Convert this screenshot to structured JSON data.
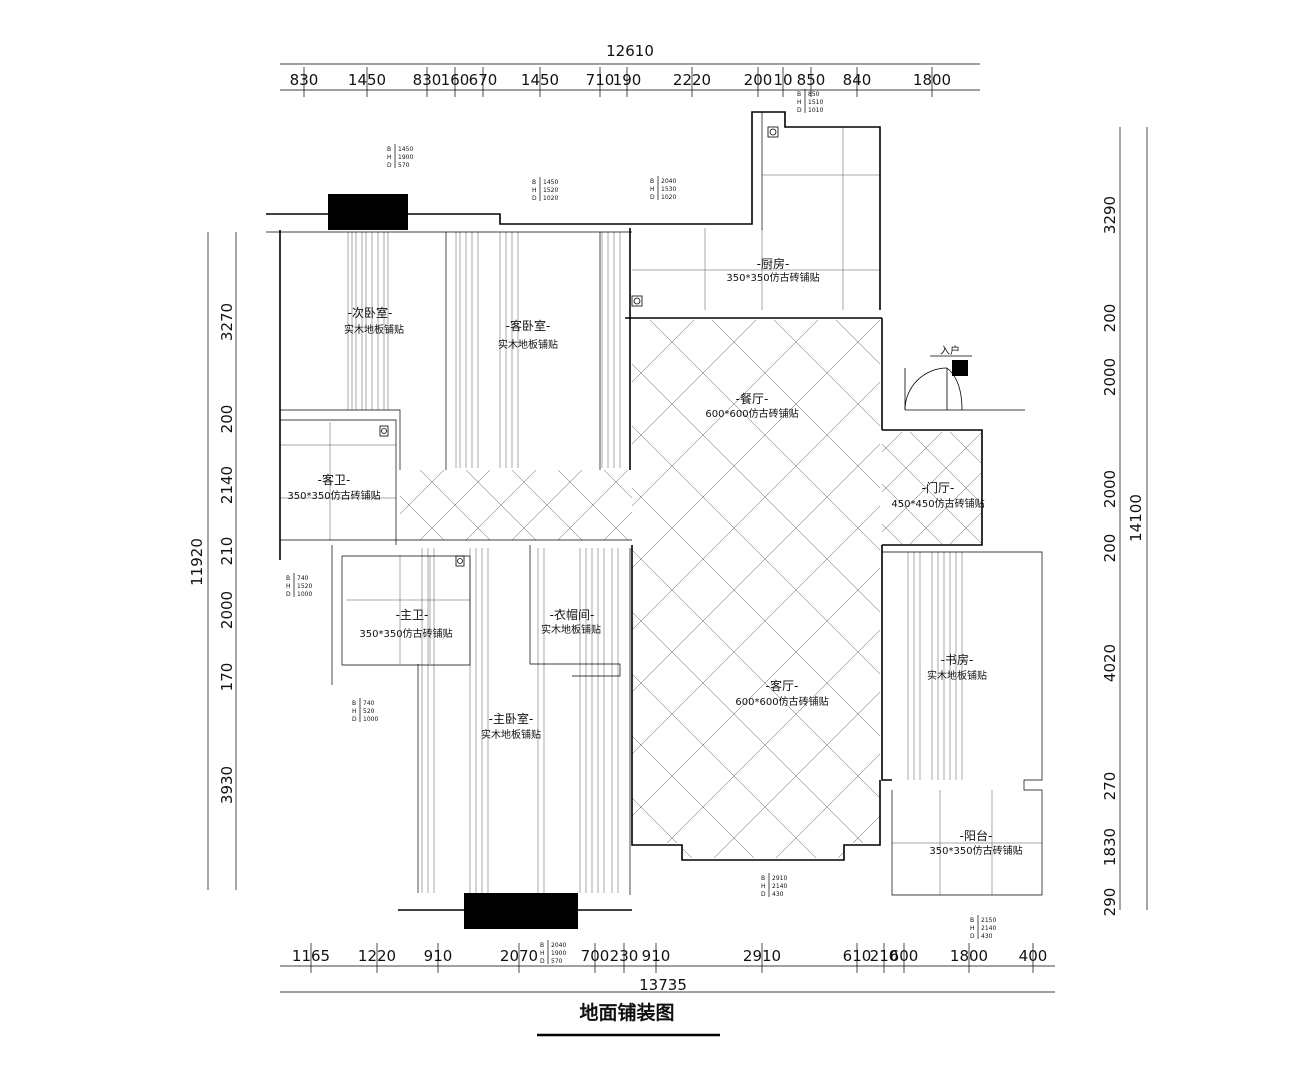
{
  "drawing": {
    "title": "地面铺装图",
    "entrance_label": "入户"
  },
  "rooms": {
    "second_bedroom": {
      "name": "-次卧室-",
      "material": "实木地板铺贴"
    },
    "guest_bedroom": {
      "name": "-客卧室-",
      "material": "实木地板铺贴"
    },
    "kitchen": {
      "name": "-厨房-",
      "material": "350*350仿古砖铺贴"
    },
    "dining_room": {
      "name": "-餐厅-",
      "material": "600*600仿古砖铺贴"
    },
    "guest_bathroom": {
      "name": "-客卫-",
      "material": "350*350仿古砖铺贴"
    },
    "foyer": {
      "name": "-门厅-",
      "material": "450*450仿古砖铺贴"
    },
    "master_bathroom": {
      "name": "-主卫-",
      "material": "350*350仿古砖铺贴"
    },
    "walk_in_closet": {
      "name": "-衣帽间-",
      "material": "实木地板铺贴"
    },
    "living_room": {
      "name": "-客厅-",
      "material": "600*600仿古砖铺贴"
    },
    "study": {
      "name": "-书房-",
      "material": "实木地板铺贴"
    },
    "master_bedroom": {
      "name": "-主卧室-",
      "material": "实木地板铺贴"
    },
    "balcony": {
      "name": "-阳台-",
      "material": "350*350仿古砖铺贴"
    }
  },
  "dimensions": {
    "top_total": "12610",
    "top": [
      "830",
      "1450",
      "830",
      "160",
      "670",
      "1450",
      "710",
      "190",
      "2220",
      "200",
      "10",
      "850",
      "840",
      "1800"
    ],
    "bottom_total": "13735",
    "bottom": [
      "1165",
      "1220",
      "910",
      "2070",
      "700",
      "230",
      "910",
      "2910",
      "610",
      "210",
      "600",
      "1800",
      "400"
    ],
    "left_total": "11920",
    "left": [
      "3270",
      "200",
      "2140",
      "210",
      "2000",
      "170",
      "3930"
    ],
    "right_total": "14100",
    "right": [
      "3290",
      "200",
      "2000",
      "2000",
      "200",
      "4020",
      "270",
      "1830",
      "290"
    ]
  },
  "opening_tags": {
    "tag_bedroom2": [
      "B",
      "1450",
      "H",
      "1900",
      "D",
      "570"
    ],
    "tag_window_top": [
      "B",
      "1450",
      "H",
      "1520",
      "D",
      "1020"
    ],
    "tag_window_kitchen": [
      "B",
      "2040",
      "H",
      "1530",
      "D",
      "1020"
    ],
    "tag_kitchen_top": [
      "B",
      "850",
      "H",
      "1510",
      "D",
      "1010"
    ],
    "tag_bath_left": [
      "B",
      "740",
      "H",
      "1520",
      "D",
      "1000"
    ],
    "tag_bath_left2": [
      "B",
      "740",
      "H",
      "520",
      "D",
      "1000"
    ],
    "tag_master_bottom": [
      "B",
      "2040",
      "H",
      "1900",
      "D",
      "570"
    ],
    "tag_living_bottom": [
      "B",
      "2910",
      "H",
      "2140",
      "D",
      "430"
    ],
    "tag_balcony_bottom": [
      "B",
      "2150",
      "H",
      "2140",
      "D",
      "430"
    ]
  }
}
